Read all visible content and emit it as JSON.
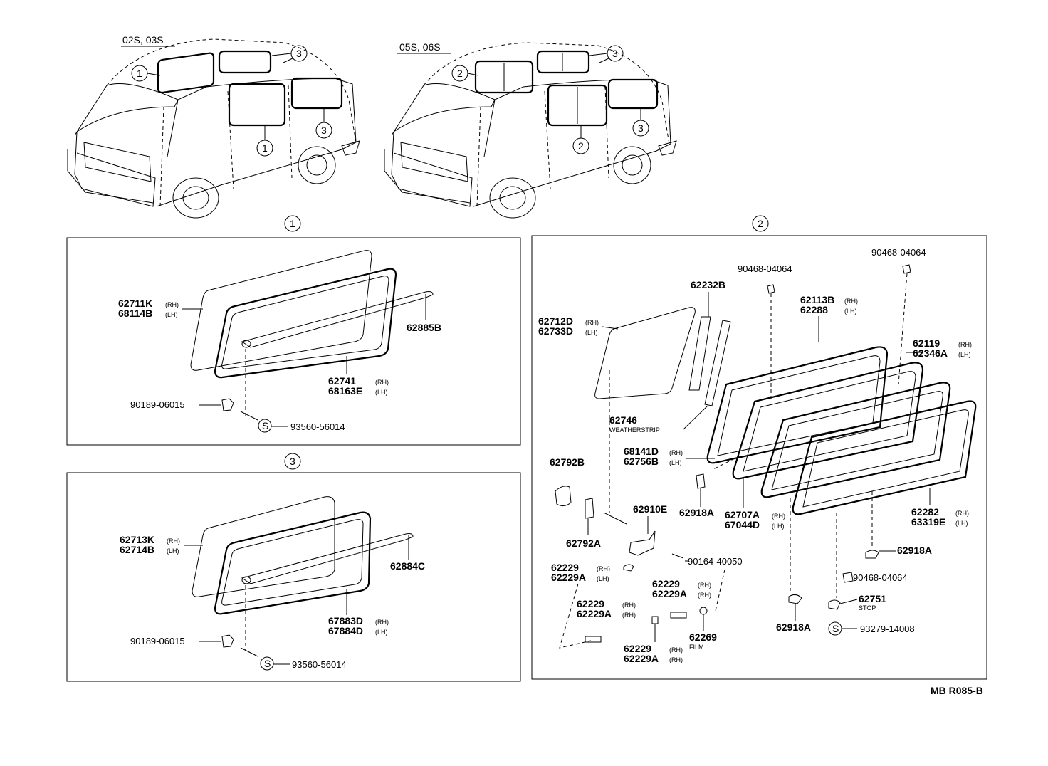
{
  "vehicles": {
    "left_label": "02S, 03S",
    "right_label": "05S, 06S"
  },
  "callouts": {
    "one": "1",
    "two": "2",
    "three": "3",
    "s": "S"
  },
  "section1": {
    "p62711K": "62711K",
    "p62711K_s": "(RH)",
    "p68114B": "68114B",
    "p68114B_s": "(LH)",
    "p62885B": "62885B",
    "p62741": "62741",
    "p62741_s": "(RH)",
    "p68163E": "68163E",
    "p68163E_s": "(LH)",
    "p90189": "90189-06015",
    "p93560": "93560-56014"
  },
  "section3": {
    "p62713K": "62713K",
    "p62713K_s": "(RH)",
    "p62714B": "62714B",
    "p62714B_s": "(LH)",
    "p62884C": "62884C",
    "p67883D": "67883D",
    "p67883D_s": "(RH)",
    "p67884D": "67884D",
    "p67884D_s": "(LH)",
    "p90189": "90189-06015",
    "p93560": "93560-56014"
  },
  "section2": {
    "p62712D": "62712D",
    "p62712D_s": "(RH)",
    "p62733D": "62733D",
    "p62733D_s": "(LH)",
    "p62232B": "62232B",
    "p90468_a": "90468-04064",
    "p90468_b": "90468-04064",
    "p62113B": "62113B",
    "p62113B_s": "(RH)",
    "p62288": "62288",
    "p62288_s": "(LH)",
    "p62119": "62119",
    "p62119_s": "(RH)",
    "p62346A": "62346A",
    "p62346A_s": "(LH)",
    "p62746": "62746",
    "weatherstrip": "WEATHERSTRIP",
    "p68141D": "68141D",
    "p68141D_s": "(RH)",
    "p62756B": "62756B",
    "p62756B_s": "(LH)",
    "p62792B": "62792B",
    "p62910E": "62910E",
    "p62918A_a": "62918A",
    "p62707A": "62707A",
    "p62707A_s": "(RH)",
    "p67044D": "67044D",
    "p67044D_s": "(LH)",
    "p62282": "62282",
    "p62282_s": "(RH)",
    "p63319E": "63319E",
    "p63319E_s": "(LH)",
    "p62792A": "62792A",
    "p62918A_b": "62918A",
    "p90164": "90164-40050",
    "p90468_c": "90468-04064",
    "p62229_a": "62229",
    "p62229_a_s": "(RH)",
    "p62229A_a": "62229A",
    "p62229A_a_s": "(LH)",
    "p62229_b": "62229",
    "p62229_b_s": "(RH)",
    "p62229A_b": "62229A",
    "p62229A_b_s": "(RH)",
    "p62229_c": "62229",
    "p62229_c_s": "(RH)",
    "p62229A_c": "62229A",
    "p62229A_c_s": "(RH)",
    "p62229_d": "62229",
    "p62229_d_s": "(RH)",
    "p62229A_d": "62229A",
    "p62229A_d_s": "(RH)",
    "p62751": "62751",
    "stop": "STOP",
    "p62269": "62269",
    "film": "FILM",
    "p62918A_c": "62918A",
    "p93279": "93279-14008"
  },
  "footer": {
    "code": "MB R085-B"
  }
}
